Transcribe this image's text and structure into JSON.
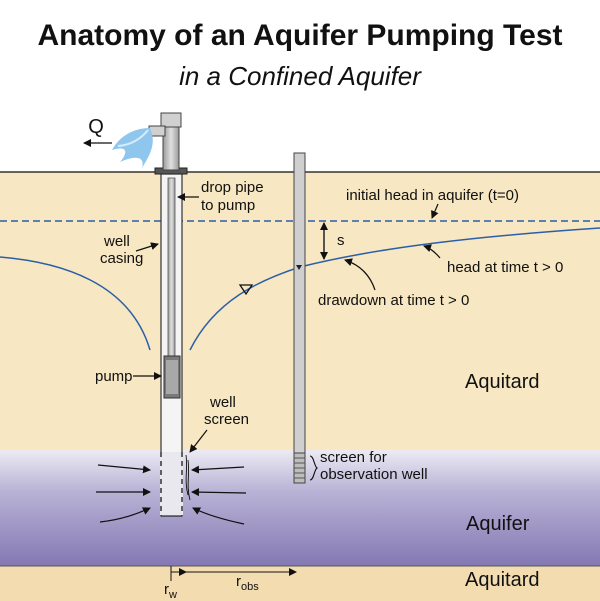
{
  "title": "Anatomy of an Aquifer Pumping Test",
  "subtitle": "in a Confined Aquifer",
  "labels": {
    "discharge": "Q",
    "drop_pipe_line1": "drop pipe",
    "drop_pipe_line2": "to pump",
    "initial_head": "initial head in aquifer (t=0)",
    "well_casing_line1": "well",
    "well_casing_line2": "casing",
    "s": "s",
    "head_at_time": "head at time t > 0",
    "drawdown": "drawdown at time t > 0",
    "pump": "pump",
    "aquitard_upper": "Aquitard",
    "well_screen_line1": "well",
    "well_screen_line2": "screen",
    "obs_screen_line1": "screen for",
    "obs_screen_line2": "observation well",
    "aquifer": "Aquifer",
    "aquitard_lower": "Aquitard",
    "r_w_main": "r",
    "r_w_sub": "w",
    "r_obs_main": "r",
    "r_obs_sub": "obs"
  },
  "colors": {
    "aquitard": "#f7e7c2",
    "aquifer_top": "#e7e3ef",
    "aquifer_bottom": "#8a7fb6",
    "head_line": "#2a5fa8",
    "casing": "#bdbdbd",
    "water_spray": "#8fc6ee"
  }
}
